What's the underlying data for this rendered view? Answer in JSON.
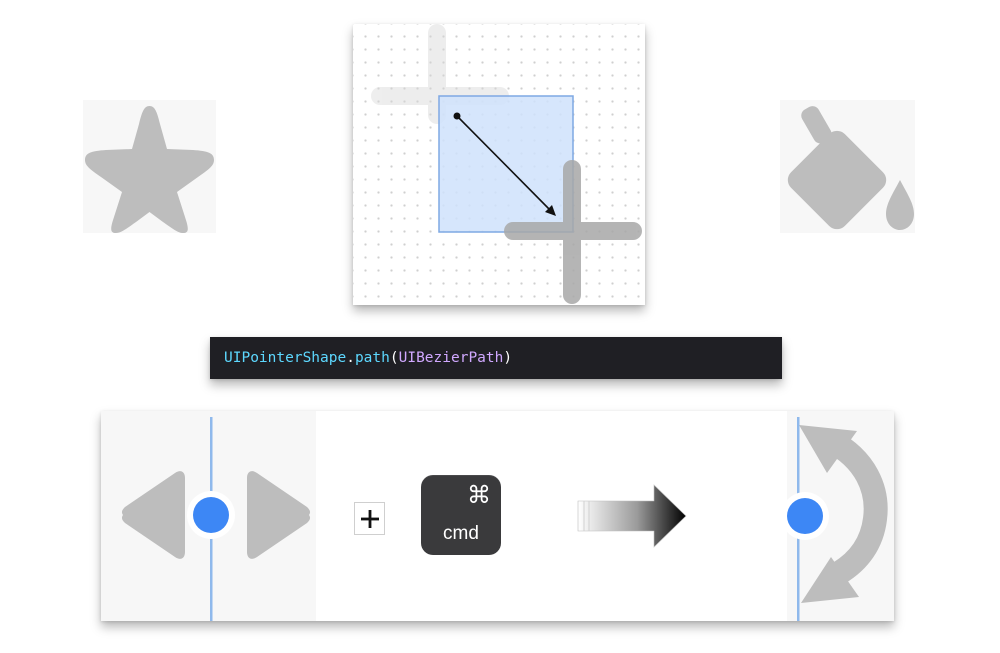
{
  "icons": {
    "star": "star-icon",
    "paint_bucket": "paint-bucket-icon",
    "plus": "plus-icon",
    "command": "command-key-icon",
    "arrow": "gradient-arrow-icon",
    "rotate": "rotate-arrow-icon",
    "resize_horizontal": "horizontal-resize-icon"
  },
  "code": {
    "type_name": "UIPointerShape",
    "dot": ".",
    "method": "path",
    "open_paren": "(",
    "argument": "UIBezierPath",
    "close_paren": ")"
  },
  "cmd_key": {
    "symbol": "⌘",
    "label": "cmd"
  },
  "colors": {
    "pointer_blue": "#3d87f5",
    "guide_line": "#8fb9ec",
    "selection_fill": "#cfe2fb",
    "selection_stroke": "#7ea8e3",
    "icon_gray": "#bdbdbd",
    "code_background": "#1f1f24"
  }
}
